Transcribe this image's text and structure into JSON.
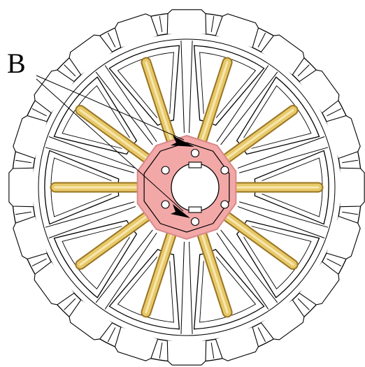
{
  "figure": {
    "callout_label": "B",
    "colors": {
      "line": "#000000",
      "hub_fill": "#f3a8a8",
      "hub_stroke": "#d98a8a",
      "rod_light": "#f2dc8a",
      "rod_dark": "#b08a2a",
      "background": "#ffffff"
    },
    "counts": {
      "rim_teeth": 20,
      "spokes": 10,
      "rods": 10,
      "bolt_holes": 6
    }
  }
}
